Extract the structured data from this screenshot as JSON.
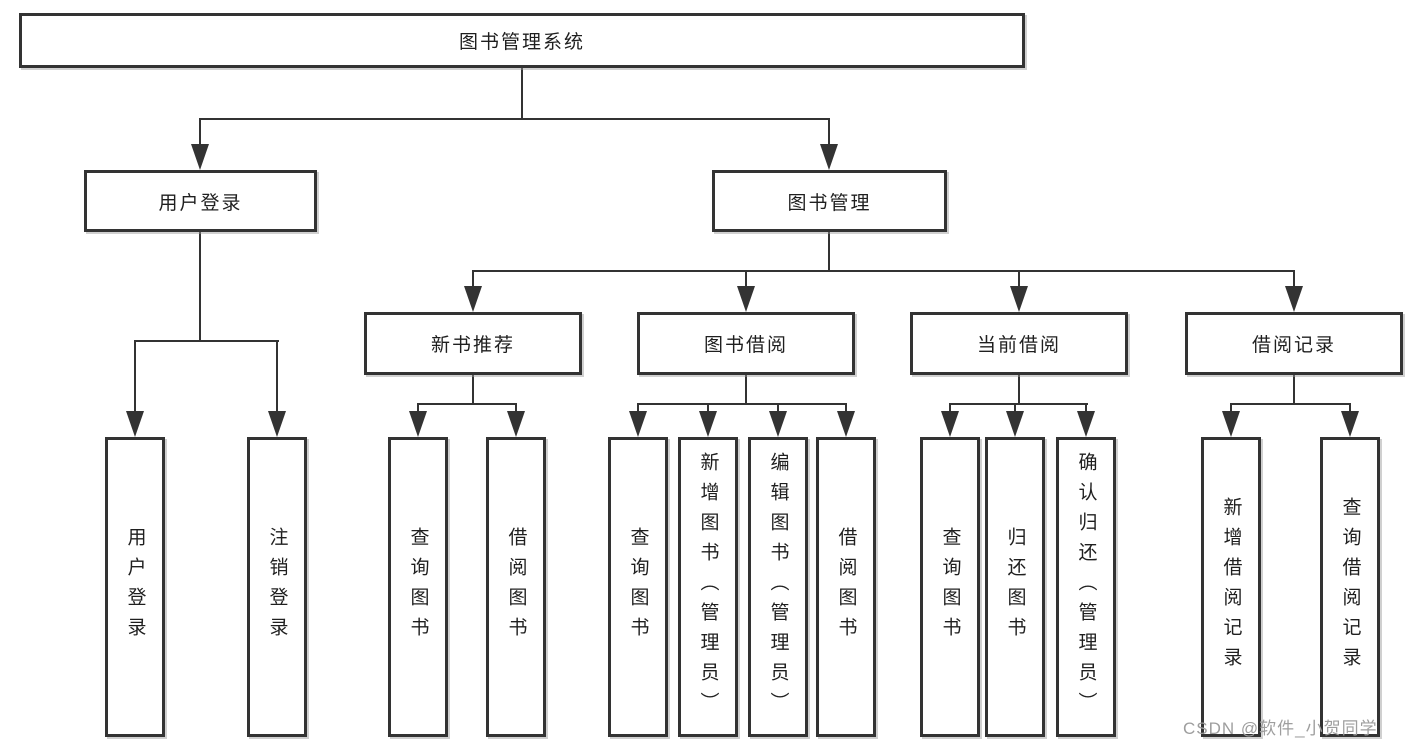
{
  "diagram": {
    "root": "图书管理系统",
    "level1": {
      "user_login": "用户登录",
      "book_mgmt": "图书管理"
    },
    "level2": {
      "new_books": "新书推荐",
      "book_borrow": "图书借阅",
      "current_borrow": "当前借阅",
      "borrow_records": "借阅记录"
    },
    "leaves": {
      "user_login": [
        "用户登录",
        "注销登录"
      ],
      "new_books": [
        "查询图书",
        "借阅图书"
      ],
      "book_borrow": [
        "查询图书",
        "新增图书（管理员）",
        "编辑图书（管理员）",
        "借阅图书"
      ],
      "current_borrow": [
        "查询图书",
        "归还图书",
        "确认归还（管理员）"
      ],
      "borrow_records": [
        "新增借阅记录",
        "查询借阅记录"
      ]
    }
  },
  "watermark": "CSDN @软件_小贺同学",
  "colors": {
    "line": "#333333",
    "text": "#1f1f1f",
    "watermark": "#9e9e9e",
    "background": "#ffffff"
  }
}
